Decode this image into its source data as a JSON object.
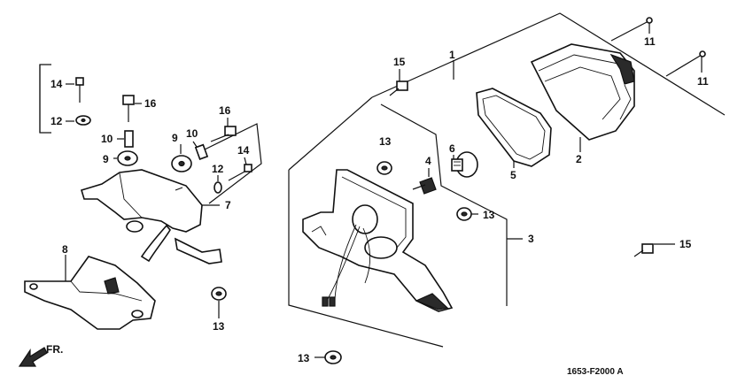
{
  "diagram": {
    "labels": {
      "p1": "1",
      "p2": "2",
      "p3": "3",
      "p4": "4",
      "p5": "5",
      "p6": "6",
      "p7": "7",
      "p8": "8",
      "p9a": "9",
      "p9b": "9",
      "p10a": "10",
      "p10b": "10",
      "p11a": "11",
      "p11b": "11",
      "p12a": "12",
      "p12b": "12",
      "p13a": "13",
      "p13b": "13",
      "p13c": "13",
      "p13d": "13",
      "p14a": "14",
      "p14b": "14",
      "p15a": "15",
      "p15b": "15",
      "p16a": "16",
      "p16b": "16"
    },
    "direction_label": "FR.",
    "diagram_code": "1653-F2000 A"
  }
}
